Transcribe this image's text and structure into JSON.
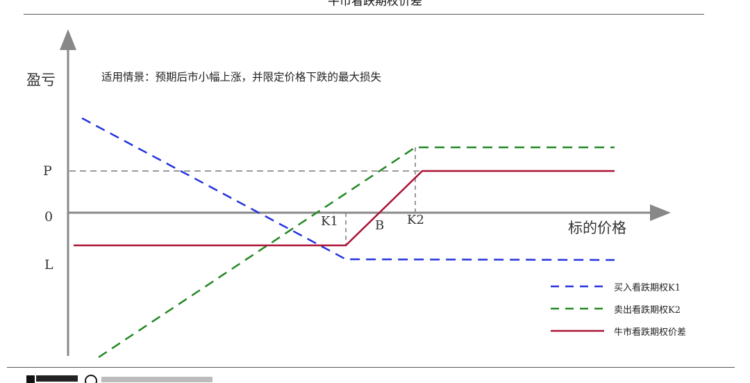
{
  "title": "牛市看跌期权价差",
  "annotation": "适用情景：预期后市小幅上涨，并限定价格下跌的最大损失",
  "labels": {
    "y_axis": "盈亏",
    "x_axis": "标的价格",
    "p": "P",
    "zero": "0",
    "l": "L",
    "k1": "K1",
    "k2": "K2",
    "b": "B"
  },
  "legend": [
    {
      "label": "买入看跌期权K1",
      "color": "#2233dd",
      "style": "dashed"
    },
    {
      "label": "卖出看跌期权K2",
      "color": "#228822",
      "style": "dashed"
    },
    {
      "label": "牛市看跌期权价差",
      "color": "#aa1133",
      "style": "solid"
    }
  ],
  "colors": {
    "axis": "#888888",
    "guide": "#999999"
  },
  "icons": [
    "logo-icon",
    "circle-icon"
  ]
}
